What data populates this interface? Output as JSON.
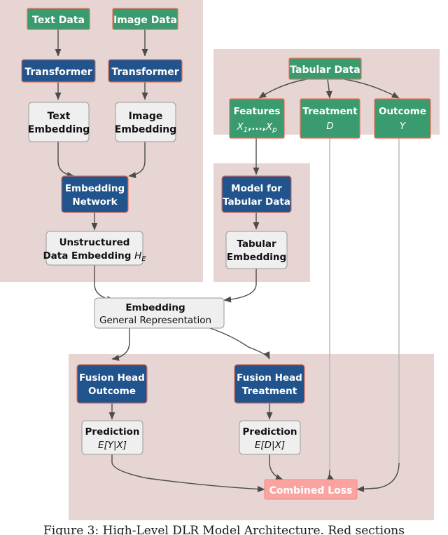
{
  "figure": {
    "caption": "Figure 3:  High-Level DLR Model Architecture.  Red sections",
    "colors": {
      "region_pink": "#E6D5D2",
      "data_green": "#3A9B6E",
      "model_blue": "#21538C",
      "embedding_gray": "#EFEFEF",
      "loss_salmon": "#FBA3A0",
      "box_border_red": "#E8705A",
      "arrow": "#4b4b4b"
    }
  },
  "regions": [
    {
      "name": "unstructured-branch-region"
    },
    {
      "name": "tabular-data-region"
    },
    {
      "name": "tabular-model-region"
    },
    {
      "name": "fusion-head-region"
    }
  ],
  "nodes": {
    "text_data": {
      "label": "Text Data",
      "type": "data"
    },
    "image_data": {
      "label": "Image Data",
      "type": "data"
    },
    "transformer_text": {
      "label": "Transformer",
      "type": "model"
    },
    "transformer_image": {
      "label": "Transformer",
      "type": "model"
    },
    "text_embedding": {
      "line1": "Text",
      "line2": "Embedding",
      "type": "embedding"
    },
    "image_embedding": {
      "line1": "Image",
      "line2": "Embedding",
      "type": "embedding"
    },
    "embedding_network": {
      "line1": "Embedding",
      "line2": "Network",
      "type": "model"
    },
    "unstructured_embedding": {
      "line1": "Unstructured",
      "line2": "Data Embedding",
      "symbol": "H",
      "subscript": "E",
      "type": "embedding"
    },
    "tabular_data": {
      "label": "Tabular Data",
      "type": "data"
    },
    "features": {
      "line1": "Features",
      "sym1": "X",
      "sub1": "1",
      "mid": ",...,",
      "sym2": "X",
      "sub2": "p",
      "type": "data"
    },
    "treatment": {
      "line1": "Treatment",
      "symbol": "D",
      "type": "data"
    },
    "outcome": {
      "line1": "Outcome",
      "symbol": "Y",
      "type": "data"
    },
    "model_tabular": {
      "line1": "Model for",
      "line2": "Tabular Data",
      "type": "model"
    },
    "tabular_embedding": {
      "line1": "Tabular",
      "line2": "Embedding",
      "type": "embedding"
    },
    "embedding_general": {
      "line1": "Embedding",
      "line2": "General Representation",
      "type": "embedding"
    },
    "fusion_head_outcome": {
      "line1": "Fusion Head",
      "line2": "Outcome",
      "type": "model"
    },
    "fusion_head_treatment": {
      "line1": "Fusion Head",
      "line2": "Treatment",
      "type": "model"
    },
    "prediction_outcome": {
      "line1": "Prediction",
      "line2": "E[Y|X]",
      "type": "embedding"
    },
    "prediction_treatment": {
      "line1": "Prediction",
      "line2": "E[D|X]",
      "type": "embedding"
    },
    "combined_loss": {
      "label": "Combined Loss",
      "type": "loss"
    }
  },
  "edges": [
    {
      "from": "text_data",
      "to": "transformer_text"
    },
    {
      "from": "image_data",
      "to": "transformer_image"
    },
    {
      "from": "transformer_text",
      "to": "text_embedding"
    },
    {
      "from": "transformer_image",
      "to": "image_embedding"
    },
    {
      "from": "text_embedding",
      "to": "embedding_network"
    },
    {
      "from": "image_embedding",
      "to": "embedding_network"
    },
    {
      "from": "embedding_network",
      "to": "unstructured_embedding"
    },
    {
      "from": "tabular_data",
      "to": "features"
    },
    {
      "from": "tabular_data",
      "to": "treatment"
    },
    {
      "from": "tabular_data",
      "to": "outcome"
    },
    {
      "from": "features",
      "to": "model_tabular"
    },
    {
      "from": "model_tabular",
      "to": "tabular_embedding"
    },
    {
      "from": "unstructured_embedding",
      "to": "embedding_general"
    },
    {
      "from": "tabular_embedding",
      "to": "embedding_general"
    },
    {
      "from": "embedding_general",
      "to": "fusion_head_outcome"
    },
    {
      "from": "embedding_general",
      "to": "fusion_head_treatment"
    },
    {
      "from": "fusion_head_outcome",
      "to": "prediction_outcome"
    },
    {
      "from": "fusion_head_treatment",
      "to": "prediction_treatment"
    },
    {
      "from": "prediction_outcome",
      "to": "combined_loss"
    },
    {
      "from": "prediction_treatment",
      "to": "combined_loss"
    },
    {
      "from": "treatment",
      "to": "combined_loss"
    },
    {
      "from": "outcome",
      "to": "combined_loss"
    }
  ]
}
